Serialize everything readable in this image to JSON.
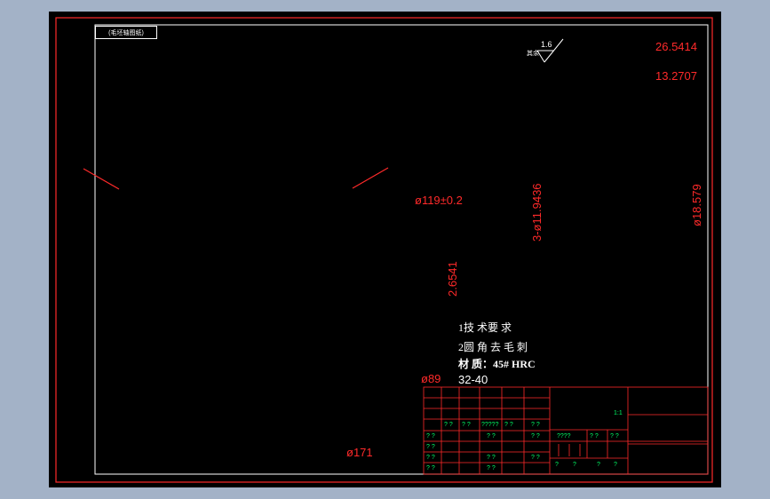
{
  "drawing": {
    "corner_tag": "(毛坯轴图纸)",
    "roughness_value": "1.6",
    "roughness_prefix": "其余",
    "dims": {
      "d1": "26.5414",
      "d2": "13.2707",
      "d3": "ø119±0.2",
      "d4": "3-ø11.9436",
      "d5": "ø18.579",
      "d6": "2.6541",
      "d7": "ø89",
      "d8": "ø171"
    },
    "notes": {
      "line1": "1技 术要 求",
      "line2": "2圆 角 去 毛 刺",
      "line3": "材 质：45# HRC",
      "line4": "32-40"
    }
  },
  "title_block": {
    "scale": "1:1",
    "cells_row1": [
      "? ?",
      "? ?",
      "?????",
      "? ?",
      "? ?"
    ],
    "cells_row2": [
      "? ?",
      "? ?",
      "? ?",
      "????",
      "? ?",
      "? ?",
      "? ?"
    ],
    "cells_row3": [
      "? ?",
      "? ?",
      "? ?"
    ],
    "cells_row4": [
      "? ?",
      "? ?",
      "?",
      "?",
      "?",
      "?"
    ]
  },
  "colors": {
    "background": "#000000",
    "outer_frame": "#ff2a2a",
    "inner_frame": "#ffffff",
    "dimension_text": "#ff2a2a",
    "title_block_text": "#00ff66"
  }
}
